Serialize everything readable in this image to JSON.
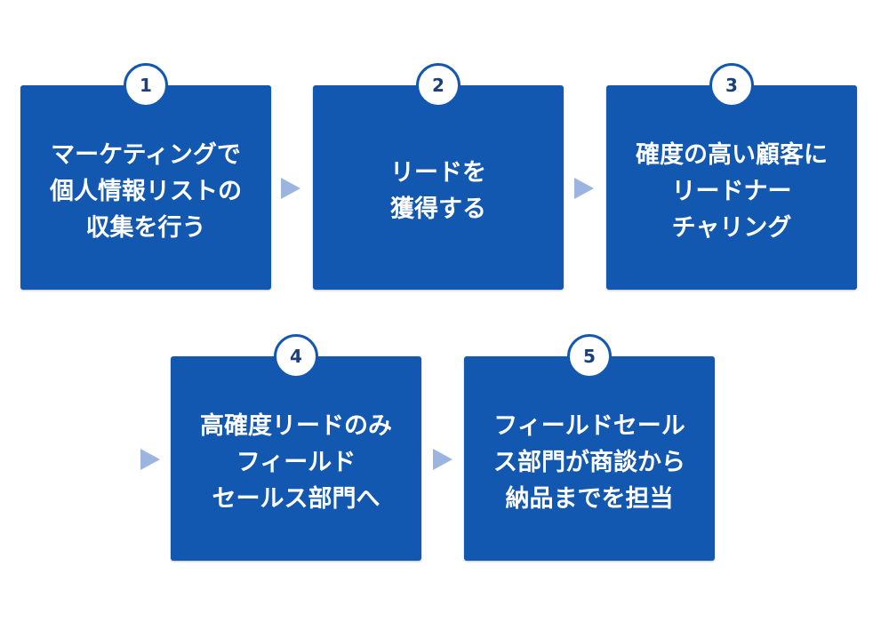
{
  "colors": {
    "box": "#1257b0",
    "arrow": "#9cb5de",
    "number_text": "#1a3f7a"
  },
  "steps": [
    {
      "number": "1",
      "text": "マーケティングで\n個人情報リストの\n収集を行う"
    },
    {
      "number": "2",
      "text": "リードを\n獲得する"
    },
    {
      "number": "3",
      "text": "確度の高い顧客に\nリードナー\nチャリング"
    },
    {
      "number": "4",
      "text": "高確度リードのみ\nフィールド\nセールス部門へ"
    },
    {
      "number": "5",
      "text": "フィールドセール\nス部門が商談から\n納品までを担当"
    }
  ]
}
